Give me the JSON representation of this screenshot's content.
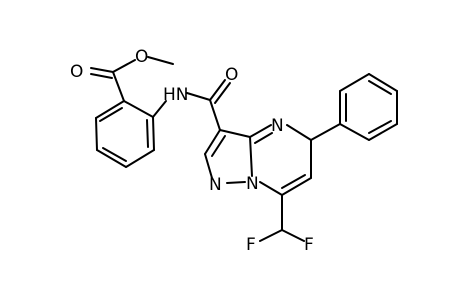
{
  "atom_labels": {
    "ester_carbonyl_o": "O",
    "ester_ether_o": "O",
    "amide_nh": "HN",
    "amide_o": "O",
    "pyrimidine_n": "N",
    "pyrazole_n1": "N",
    "pyrazole_n2": "N",
    "fluorine_left": "F",
    "fluorine_right": "F"
  },
  "colors": {
    "bond": "#000000",
    "label": "#000000",
    "background": "#ffffff"
  }
}
